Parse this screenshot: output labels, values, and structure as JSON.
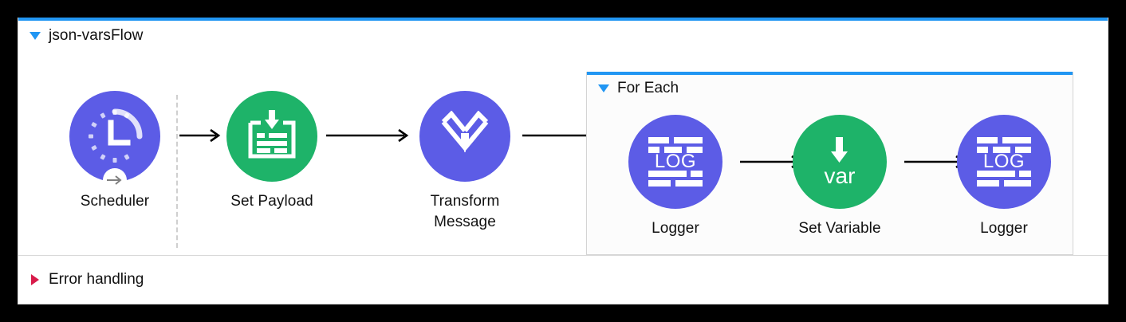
{
  "canvas": {
    "background_color": "#ffffff",
    "frame_color": "#000000"
  },
  "flow": {
    "name": "json-varsFlow",
    "accent_color": "#2196f3",
    "collapse_icon": "triangle-down-icon",
    "expanded": true
  },
  "source_divider": {
    "style": "dashed",
    "color": "#cfcfcf"
  },
  "nodes": [
    {
      "id": "scheduler",
      "label": "Scheduler",
      "icon": "scheduler-clock-icon",
      "color": "#5c5ce6",
      "badge_icon": "arrow-right-badge-icon"
    },
    {
      "id": "set-payload",
      "label": "Set Payload",
      "icon": "set-payload-icon",
      "color": "#1eb369"
    },
    {
      "id": "transform-message",
      "label": "Transform\nMessage",
      "label_line1": "Transform",
      "label_line2": "Message",
      "icon": "dataweave-transform-icon",
      "color": "#5c5ce6"
    }
  ],
  "scope": {
    "name": "For Each",
    "accent_color": "#2196f3",
    "collapse_icon": "triangle-down-icon",
    "expanded": true,
    "nodes": [
      {
        "id": "logger-1",
        "label": "Logger",
        "icon": "logger-log-icon",
        "color": "#5c5ce6"
      },
      {
        "id": "set-variable",
        "label": "Set Variable",
        "icon": "set-variable-var-icon",
        "color": "#1eb369"
      },
      {
        "id": "logger-2",
        "label": "Logger",
        "icon": "logger-log-icon",
        "color": "#5c5ce6"
      }
    ]
  },
  "connectors": {
    "count": 5,
    "color": "#000000",
    "style": "arrow-right"
  },
  "error_handling": {
    "label": "Error handling",
    "collapse_icon": "triangle-right-icon",
    "triangle_color": "#d81b4a",
    "expanded": false
  }
}
